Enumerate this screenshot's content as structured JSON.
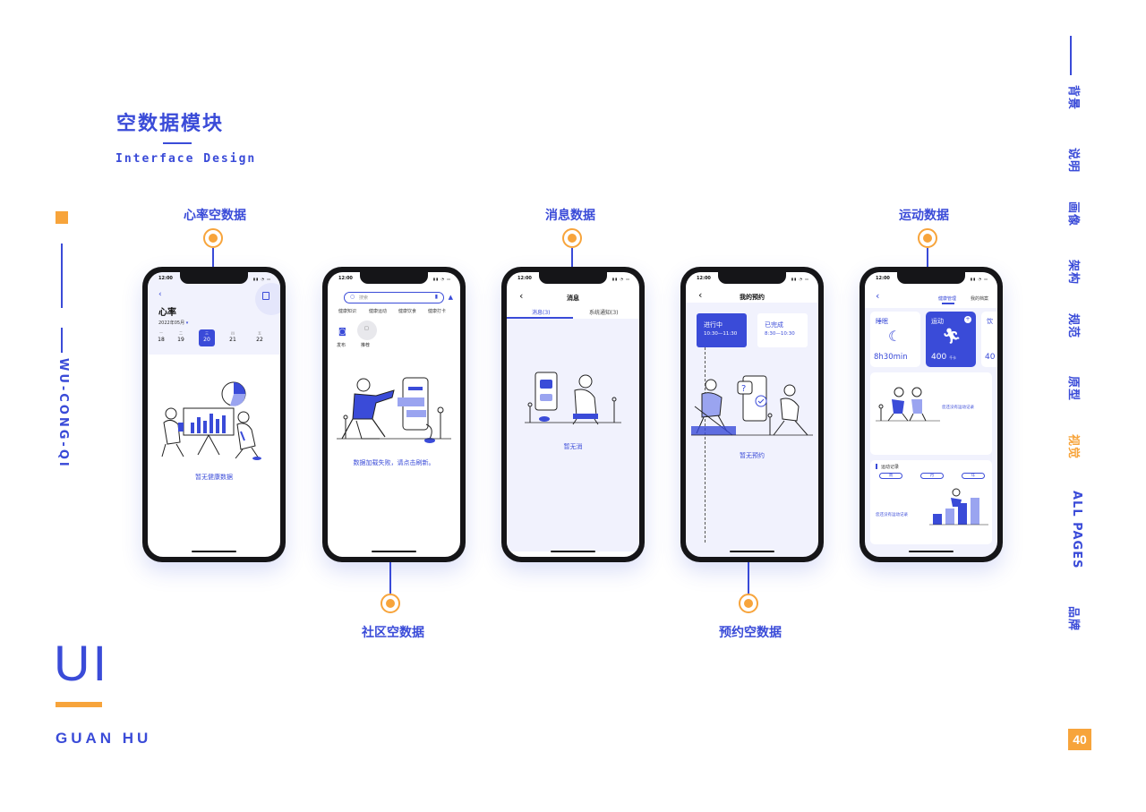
{
  "page": {
    "title": "空数据模块",
    "subtitle": "Interface Design",
    "brand_vertical": "WU-CONG-QI",
    "ui_mark": "UI",
    "author": "GUAN HU",
    "page_number": "40"
  },
  "nav": {
    "items": [
      {
        "label": "背景",
        "active": false
      },
      {
        "label": "说明",
        "active": false
      },
      {
        "label": "画像",
        "active": false
      },
      {
        "label": "架构",
        "active": false
      },
      {
        "label": "规范",
        "active": false
      },
      {
        "label": "原型",
        "active": false
      },
      {
        "label": "视觉",
        "active": true
      },
      {
        "label": "ALL PAGES",
        "active": false
      },
      {
        "label": "品牌",
        "active": false
      }
    ]
  },
  "callouts": {
    "heart": "心率空数据",
    "community": "社区空数据",
    "messages": "消息数据",
    "booking": "预约空数据",
    "sport": "运动数据"
  },
  "status_bar": {
    "time": "12:00",
    "icons": "▮▮ ◔ ▭"
  },
  "phone_heart": {
    "title": "心率",
    "month": "2022年05月",
    "weekdays": [
      "一",
      "二",
      "三",
      "四",
      "五"
    ],
    "dates": [
      "18",
      "19",
      "20",
      "21",
      "22"
    ],
    "empty_text": "暂无健康数据"
  },
  "phone_community": {
    "search_placeholder": "搜索",
    "tabs": [
      "健康知识",
      "健康运动",
      "健康饮食",
      "健康打卡"
    ],
    "actions": [
      "发布",
      "推荐"
    ],
    "empty_text": "数据加载失败，请点击刷新。"
  },
  "phone_messages": {
    "title": "消息",
    "tabs": [
      "消息(3)",
      "系统通知(3)"
    ],
    "empty_text": "暂无消"
  },
  "phone_booking": {
    "title": "我的预约",
    "cards": [
      {
        "label": "进行中",
        "time": "10:30—11:30"
      },
      {
        "label": "已完成",
        "time": "8:30—10:30"
      }
    ],
    "empty_text": "暂无预约"
  },
  "phone_sport": {
    "tabs": [
      "健康管理",
      "我的档案"
    ],
    "cards": [
      {
        "label": "睡眠",
        "value": "8h30min"
      },
      {
        "label": "运动",
        "value": "400",
        "unit": "千卡"
      },
      {
        "label": "饮",
        "value": "40"
      }
    ],
    "empty_record": "您还没有运动记录",
    "record_title": "运动记录",
    "record_tabs": [
      "周",
      "月",
      "年"
    ],
    "empty_record_2": "您还没有运动记录"
  },
  "colors": {
    "accent": "#3a4bd8",
    "orange": "#f7a43b",
    "light": "#f1f2fd"
  }
}
